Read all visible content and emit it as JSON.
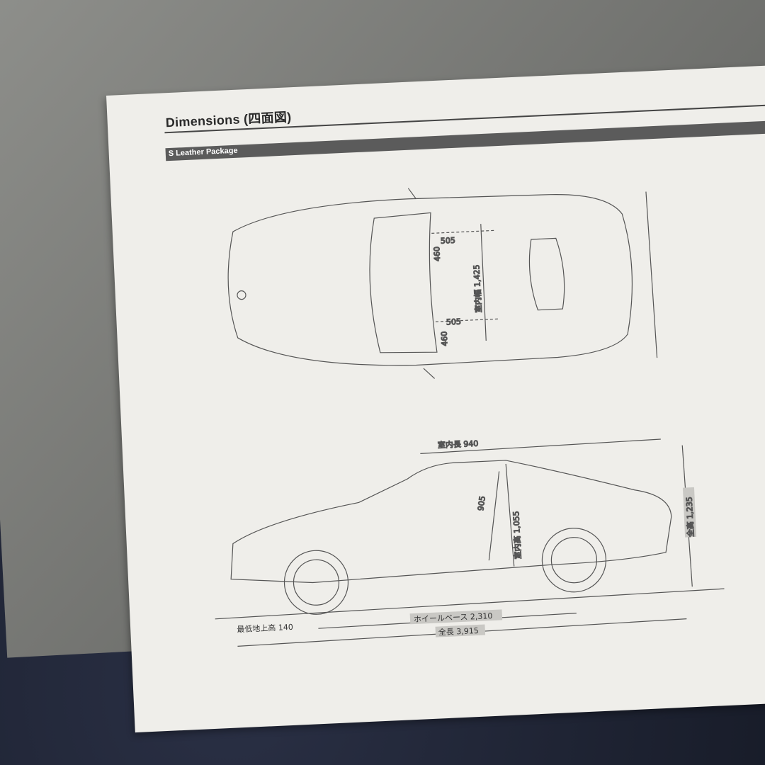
{
  "header": {
    "title": "Dimensions (四面図)",
    "section": "S Leather Package"
  },
  "top_view": {
    "seat_width_front": "505",
    "seat_width_rear": "505",
    "seat_depth_upper": "460",
    "seat_depth_lower": "460",
    "interior_width": "室内幅 1,425"
  },
  "side_view": {
    "interior_length": "室内長 940",
    "seat_height": "905",
    "interior_height": "室内高 1,055",
    "overall_height": "全高 1,235",
    "ground_clearance": "最低地上高 140",
    "wheelbase": "ホイールベース 2,310",
    "overall_length": "全長 3,915"
  }
}
